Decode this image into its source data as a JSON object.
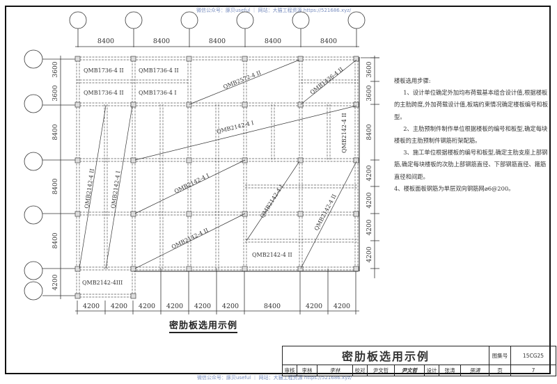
{
  "watermark_top": "微信公众号：豚贝useful ｜ 网站：大猫工程资源 https://521686.xyz/",
  "watermark_bottom": "微信公众号：豚贝useful ｜ 网站：大猫工程资源 https://521686.xyz/",
  "plan": {
    "top_dims": [
      "8400",
      "8400",
      "8400",
      "8400",
      "8400"
    ],
    "left_dims": [
      "3600",
      "3600",
      "8400",
      "8400",
      "8400",
      "4200"
    ],
    "right_dims": [
      "3600",
      "3600",
      "8400",
      "4200",
      "4200",
      "4200",
      "4200"
    ],
    "bottom_dims": [
      "4200",
      "4200",
      "4200",
      "4200",
      "4200",
      "4200",
      "8400",
      "4200",
      "4200"
    ],
    "labels": {
      "r1c1": "QMB1736-4 II",
      "r1c2": "QMB1736-4 II",
      "r2c1": "QMB1736-4 II",
      "r2c2": "QMB1736-4 I",
      "diag_top_mid": "QMB2572-4 II",
      "diag_top_right": "QMB1436-4 II",
      "diag_row3": "QMB2142-4 I",
      "right_col_row3": "QMB2142-4 II",
      "left_vert_1": "QMB2142-4 II",
      "left_vert_2": "QMB2142-4 I",
      "diag_row4": "QMB2142-4 I",
      "diag_row5": "QMB2142-4 II",
      "diag_mid_right": "QMB2142-4 I",
      "diag_far_right": "QMB2142-4 II",
      "bottom_right_cell": "QMB2142-4 II",
      "bottom_left_cell": "QMB2142-4III"
    },
    "caption": "密肋板选用示例"
  },
  "notes": {
    "title": "楼板选用步骤:",
    "items": [
      "1、设计单位确定外加均布荷载基本组合设计值,根据楼板的主肋跨度,外加荷载设计值,板端约束情况确定楼板编号和板型。",
      "2、主肋预制件制作单位根据楼板的编号和板型,确定每块楼板的主肋预制件钢筋桁架配筋。",
      "3、施工单位根据楼板的编号和板型,确定主肋支座上部钢筋,确定每块楼板的次肋上部钢筋直径、下部钢筋直径、箍筋直径和间距。",
      "4、楼板面板钢筋为单层双向钢筋网⌀6@200。"
    ]
  },
  "title_block": {
    "title": "密肋板选用示例",
    "atlas_label": "图集号",
    "atlas_no": "15CG25",
    "review_label": "审核",
    "reviewer": "李林",
    "reviewer_sign": "李林",
    "check_label": "校对",
    "checker": "尹文哲",
    "checker_sign": "尹文哲",
    "design_label": "设计",
    "designer": "张涛",
    "designer_sign": "張濤",
    "page_label": "页",
    "page_no": "7"
  }
}
